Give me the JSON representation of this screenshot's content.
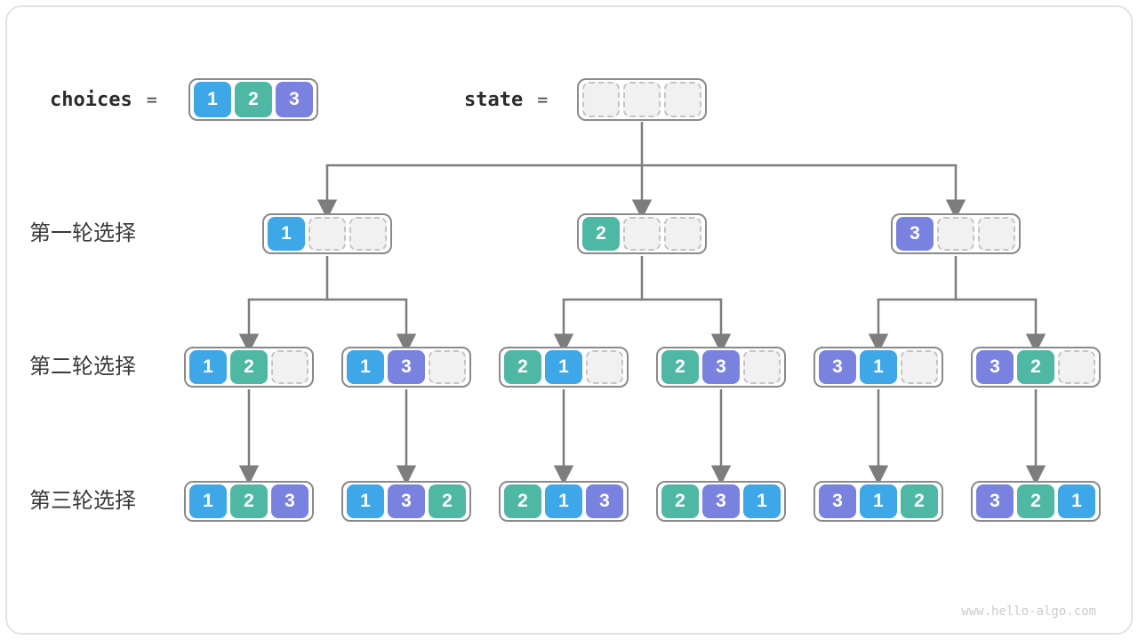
{
  "header": {
    "choices_label": "choices",
    "equals": "=",
    "state_label": "state",
    "choices_values": [
      1,
      2,
      3
    ],
    "state_values": [
      null,
      null,
      null
    ]
  },
  "rows": [
    {
      "label": "第一轮选择",
      "nodes": [
        [
          1,
          null,
          null
        ],
        [
          2,
          null,
          null
        ],
        [
          3,
          null,
          null
        ]
      ]
    },
    {
      "label": "第二轮选择",
      "nodes": [
        [
          1,
          2,
          null
        ],
        [
          1,
          3,
          null
        ],
        [
          2,
          1,
          null
        ],
        [
          2,
          3,
          null
        ],
        [
          3,
          1,
          null
        ],
        [
          3,
          2,
          null
        ]
      ]
    },
    {
      "label": "第三轮选择",
      "nodes": [
        [
          1,
          2,
          3
        ],
        [
          1,
          3,
          2
        ],
        [
          2,
          1,
          3
        ],
        [
          2,
          3,
          1
        ],
        [
          3,
          1,
          2
        ],
        [
          3,
          2,
          1
        ]
      ]
    }
  ],
  "footer": {
    "watermark": "www.hello-algo.com"
  },
  "colors": {
    "v1": "#3EA7E8",
    "v2": "#4FB8A5",
    "v3": "#7A82DF",
    "empty_fill": "#f1f1f1",
    "empty_border": "#c4c4c4",
    "node_border": "#8a8a8a",
    "arrow": "#7d7d7d",
    "card_border": "#e4e4e4"
  }
}
